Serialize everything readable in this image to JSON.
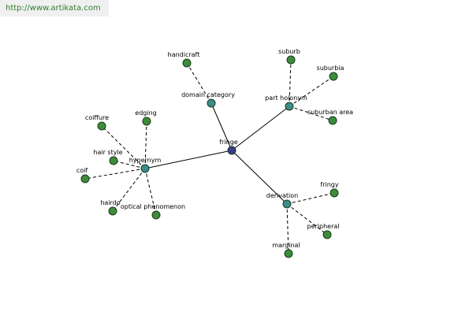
{
  "watermark": "http://www.artikata.com",
  "colors": {
    "center": "#3c3c8c",
    "relation": "#3c8c8c",
    "leaf": "#3c8c3c"
  },
  "nodes": [
    {
      "id": "fringe",
      "label": "fringe",
      "kind": "center"
    },
    {
      "id": "hypernym",
      "label": "hypernym",
      "kind": "relation"
    },
    {
      "id": "domain_category",
      "label": "domain category",
      "kind": "relation"
    },
    {
      "id": "part_holonym",
      "label": "part holonym",
      "kind": "relation"
    },
    {
      "id": "derivation",
      "label": "derivation",
      "kind": "relation"
    },
    {
      "id": "handicraft",
      "label": "handicraft",
      "kind": "leaf"
    },
    {
      "id": "suburb",
      "label": "suburb",
      "kind": "leaf"
    },
    {
      "id": "suburbia",
      "label": "suburbia",
      "kind": "leaf"
    },
    {
      "id": "suburban_area",
      "label": "suburban area",
      "kind": "leaf"
    },
    {
      "id": "coiffure",
      "label": "coiffure",
      "kind": "leaf"
    },
    {
      "id": "edging",
      "label": "edging",
      "kind": "leaf"
    },
    {
      "id": "hair_style",
      "label": "hair style",
      "kind": "leaf"
    },
    {
      "id": "coif",
      "label": "coif",
      "kind": "leaf"
    },
    {
      "id": "hairdo",
      "label": "hairdo",
      "kind": "leaf"
    },
    {
      "id": "optical_phenomenon",
      "label": "optical phenomenon",
      "kind": "leaf"
    },
    {
      "id": "fringy",
      "label": "fringy",
      "kind": "leaf"
    },
    {
      "id": "peripheral",
      "label": "peripheral",
      "kind": "leaf"
    },
    {
      "id": "marginal",
      "label": "marginal",
      "kind": "leaf"
    }
  ],
  "edges": [
    {
      "from": "fringe",
      "to": "hypernym",
      "style": "solid"
    },
    {
      "from": "fringe",
      "to": "domain_category",
      "style": "solid"
    },
    {
      "from": "fringe",
      "to": "part_holonym",
      "style": "solid"
    },
    {
      "from": "fringe",
      "to": "derivation",
      "style": "solid"
    },
    {
      "from": "domain_category",
      "to": "handicraft",
      "style": "dashed"
    },
    {
      "from": "part_holonym",
      "to": "suburb",
      "style": "dashed"
    },
    {
      "from": "part_holonym",
      "to": "suburbia",
      "style": "dashed"
    },
    {
      "from": "part_holonym",
      "to": "suburban_area",
      "style": "dashed"
    },
    {
      "from": "hypernym",
      "to": "coiffure",
      "style": "dashed"
    },
    {
      "from": "hypernym",
      "to": "edging",
      "style": "dashed"
    },
    {
      "from": "hypernym",
      "to": "hair_style",
      "style": "dashed"
    },
    {
      "from": "hypernym",
      "to": "coif",
      "style": "dashed"
    },
    {
      "from": "hypernym",
      "to": "hairdo",
      "style": "dashed"
    },
    {
      "from": "hypernym",
      "to": "optical_phenomenon",
      "style": "dashed"
    },
    {
      "from": "derivation",
      "to": "fringy",
      "style": "dashed"
    },
    {
      "from": "derivation",
      "to": "peripheral",
      "style": "dashed"
    },
    {
      "from": "derivation",
      "to": "marginal",
      "style": "dashed"
    }
  ]
}
